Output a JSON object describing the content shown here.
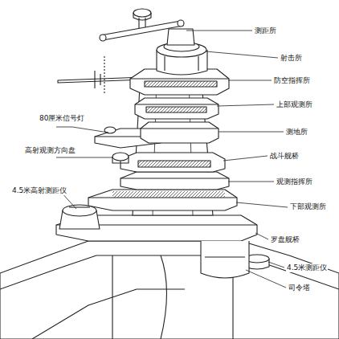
{
  "diagram": {
    "labels": [
      "测距所",
      "射击所",
      "防空指挥所",
      "上部观测所",
      "80厘米信号灯",
      "测地所",
      "高射观测方向盘",
      "战斗舰桥",
      "4.5米高射测距仪",
      "观测指挥所",
      "下部观测所",
      "罗盘舰桥",
      "4.5米测距仪",
      "司令塔"
    ]
  }
}
